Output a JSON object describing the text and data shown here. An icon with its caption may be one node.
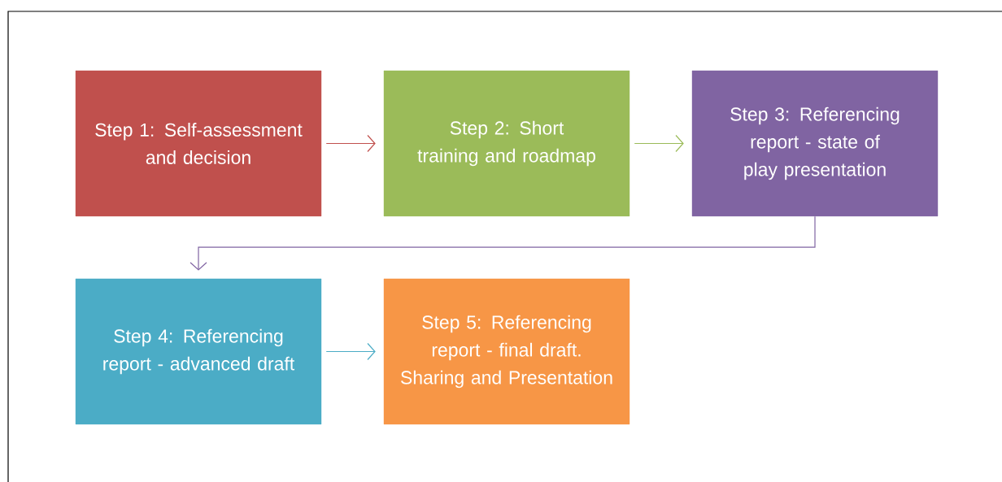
{
  "diagram": {
    "nodes": [
      {
        "text": [
          "Step 1: Self-assessment and decision"
        ]
      },
      {
        "text": [
          "Step 2: Short training and roadmap"
        ]
      },
      {
        "text": [
          "Step 3: Referencing report - state of play presentation"
        ]
      },
      {
        "text": [
          "Step 4: Referencing report - advanced draft"
        ]
      },
      {
        "text": [
          "Step 5: Referencing report - final draft. Sharing and Presentation"
        ]
      }
    ],
    "edges": [
      {
        "from": 0,
        "to": 1,
        "arrow": "to",
        "color": "#c0504d"
      },
      {
        "from": 1,
        "to": 2,
        "arrow": "to",
        "color": "#9bbb59"
      },
      {
        "from": 2,
        "to": 3,
        "arrow": "to",
        "color": "#8064a2"
      },
      {
        "from": 3,
        "to": 4,
        "arrow": "to",
        "color": "#4bacc6"
      }
    ]
  }
}
